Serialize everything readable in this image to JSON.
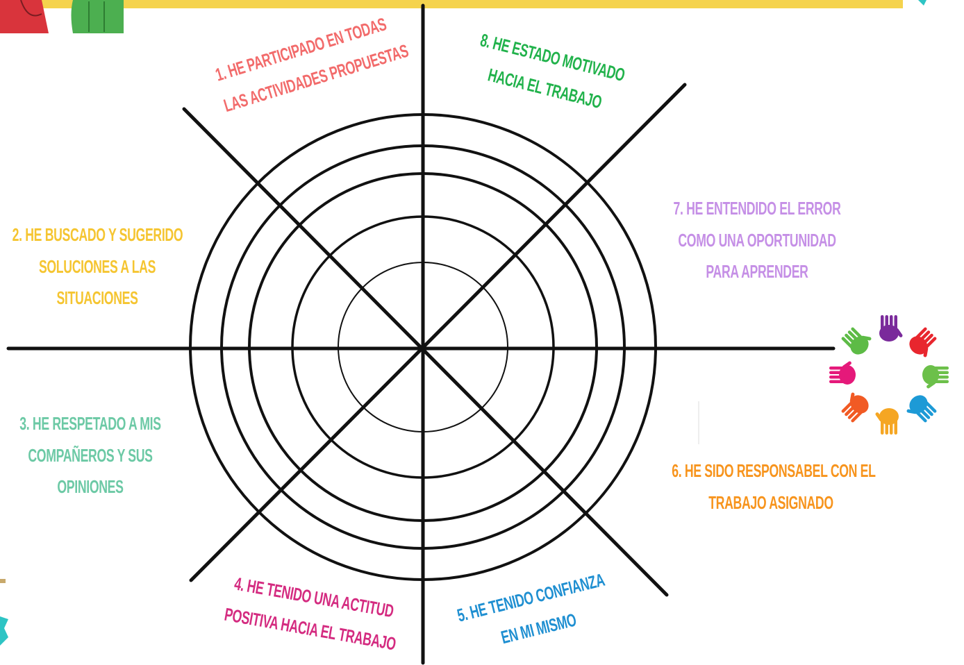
{
  "labels": [
    {
      "id": "item-1",
      "lines": [
        "1. He participado en todas",
        "las actividades propuestas"
      ],
      "color": "#f26b6b"
    },
    {
      "id": "item-2",
      "lines": [
        "2. He buscado y sugerido",
        "soluciones a las",
        "situaciones"
      ],
      "color": "#f5c531"
    },
    {
      "id": "item-3",
      "lines": [
        "3. He respetado a mis",
        "compañeros y sus",
        "opiniones"
      ],
      "color": "#6cc9a5"
    },
    {
      "id": "item-4",
      "lines": [
        "4. He tenido una actitud",
        "positiva hacia el trabajo"
      ],
      "color": "#d42b80"
    },
    {
      "id": "item-5",
      "lines": [
        "5. He tenido confianza",
        "en mi mismo"
      ],
      "color": "#1f8fd1"
    },
    {
      "id": "item-6",
      "lines": [
        "6. He sido responsabel con el",
        "trabajo asignado"
      ],
      "color": "#f7941d"
    },
    {
      "id": "item-7",
      "lines": [
        "7. He entendido el error",
        "como una oportunidad",
        "para aprender"
      ],
      "color": "#c58fe6"
    },
    {
      "id": "item-8",
      "lines": [
        "8. He estado motivado",
        "hacia el trabajo"
      ],
      "color": "#21b24b"
    }
  ],
  "rings": 5,
  "spokes": 8,
  "decorations": {
    "hands_logo": {
      "colors": [
        "#7a2a9b",
        "#e8262e",
        "#6cc04a",
        "#1d9ad6",
        "#f5a623",
        "#f15a24",
        "#e5197a",
        "#5dbb46"
      ]
    },
    "corner_illustration": {
      "colors": [
        "#d9343c",
        "#4caf50",
        "#f5d34d"
      ]
    }
  }
}
